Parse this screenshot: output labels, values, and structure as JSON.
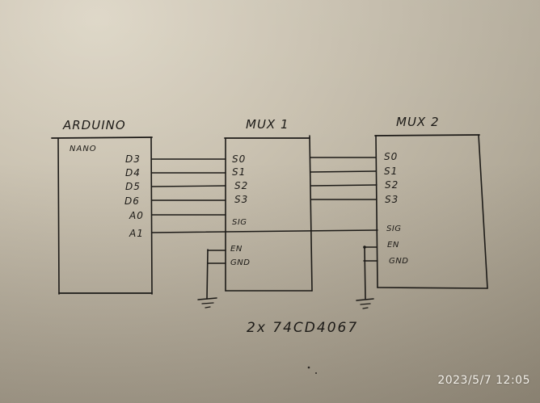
{
  "diagram": {
    "medium": "hand-drawn on paper",
    "paper_color": "#c9c1b0",
    "ink_color": "#1c1a17",
    "arduino": {
      "title": "ARDUINO",
      "subtitle": "NANO",
      "pins": [
        "D3",
        "D4",
        "D5",
        "D6",
        "A0",
        "A1"
      ]
    },
    "mux1": {
      "title": "MUX 1",
      "pins": [
        "S0",
        "S1",
        "S2",
        "S3",
        "SIG",
        "EN",
        "GND"
      ]
    },
    "mux2": {
      "title": "MUX 2",
      "pins": [
        "S0",
        "S1",
        "S2",
        "S3",
        "SIG",
        "EN",
        "GND"
      ]
    },
    "connections": [
      {
        "from": "Arduino D3",
        "to": "MUX 1 S0 / MUX 2 S0"
      },
      {
        "from": "Arduino D4",
        "to": "MUX 1 S1 / MUX 2 S1"
      },
      {
        "from": "Arduino D5",
        "to": "MUX 1 S2 / MUX 2 S2"
      },
      {
        "from": "Arduino D6",
        "to": "MUX 1 S3 / MUX 2 S3"
      },
      {
        "from": "Arduino A0",
        "to": "MUX 1 SIG"
      },
      {
        "from": "Arduino A1",
        "to": "MUX 2 SIG"
      },
      {
        "from": "MUX 1 EN, GND",
        "to": "Ground"
      },
      {
        "from": "MUX 2 EN, GND",
        "to": "Ground"
      }
    ],
    "note": "2x 74CD4067",
    "timestamp": "2023/5/7 12:05"
  }
}
